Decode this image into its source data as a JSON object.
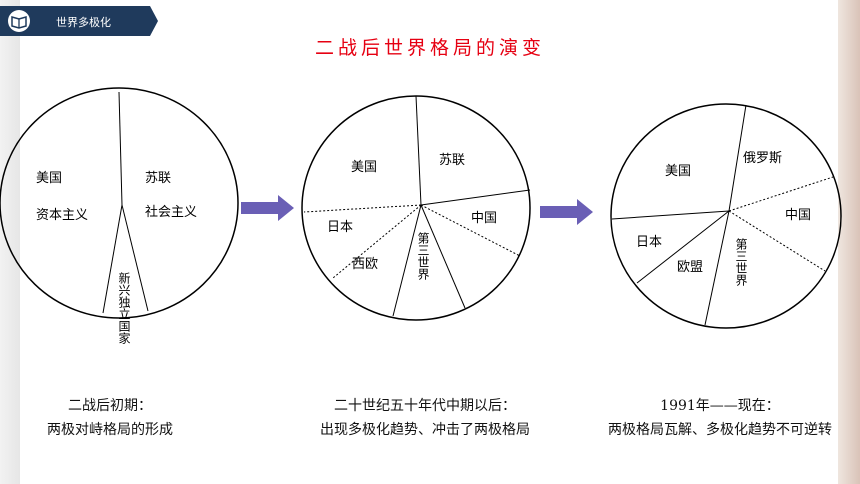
{
  "header": {
    "badge_title": "世界多极化",
    "icon": "open-book-icon",
    "title": "二战后世界格局的演变"
  },
  "colors": {
    "title": "#e60012",
    "banner": "#1f3a5c",
    "arrow": "#6a5fb5"
  },
  "stages": [
    {
      "labels": [
        "美国",
        "资本主义",
        "苏联",
        "社会主义"
      ],
      "vertical_label": "新兴独立国家",
      "caption": [
        "二战后初期：",
        "两极对峙格局的形成"
      ]
    },
    {
      "labels": [
        "美国",
        "苏联",
        "日本",
        "中国",
        "西欧"
      ],
      "vertical_label": "第三世界",
      "caption": [
        "二十世纪五十年代中期以后：",
        "出现多极化趋势、冲击了两极格局"
      ]
    },
    {
      "labels": [
        "美国",
        "俄罗斯",
        "中国",
        "日本",
        "欧盟"
      ],
      "vertical_label": "第三世界",
      "caption": [
        "1991年——现在：",
        "两极格局瓦解、多极化趋势不可逆转"
      ]
    }
  ]
}
